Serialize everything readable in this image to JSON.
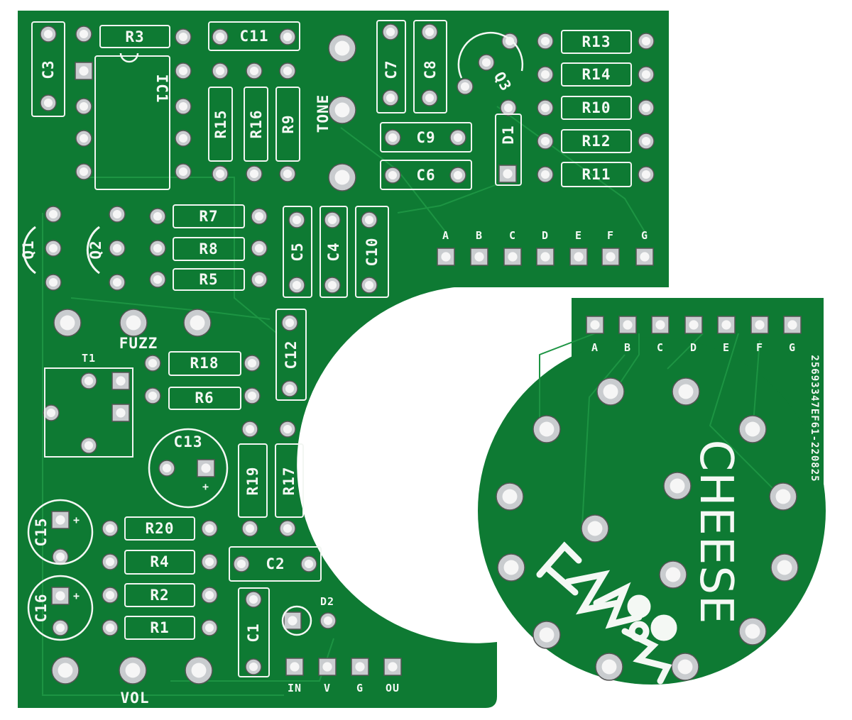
{
  "colors": {
    "board": "#0e7a33",
    "trace": "#1a8d3f",
    "silk": "#f4f8f4",
    "pad": "#c9cccf",
    "hole": "#f6f6f6"
  },
  "main_board": {
    "components": [
      "C3",
      "R3",
      "IC1",
      "C11",
      "R15",
      "R16",
      "R9",
      "TONE",
      "C7",
      "C8",
      "Q3",
      "C9",
      "C6",
      "D1",
      "R13",
      "R14",
      "R10",
      "R12",
      "R11",
      "Q1",
      "Q2",
      "R7",
      "R8",
      "R5",
      "C5",
      "C4",
      "C10",
      "FUZZ",
      "T1",
      "R18",
      "R6",
      "C12",
      "C13",
      "R19",
      "R17",
      "C15",
      "C16",
      "R20",
      "R4",
      "R2",
      "R1",
      "C2",
      "C1",
      "D2",
      "VOL"
    ],
    "header_labels": [
      "A",
      "B",
      "C",
      "D",
      "E",
      "F",
      "G"
    ],
    "io_labels": [
      "IN",
      "V",
      "G",
      "OU"
    ],
    "polarity_mark": "+"
  },
  "daughter_board": {
    "header_labels": [
      "A",
      "B",
      "C",
      "D",
      "E",
      "F",
      "G"
    ],
    "title": "CHEESE",
    "code": "25693347EF61-220825",
    "logo_text": "Fuzz"
  }
}
